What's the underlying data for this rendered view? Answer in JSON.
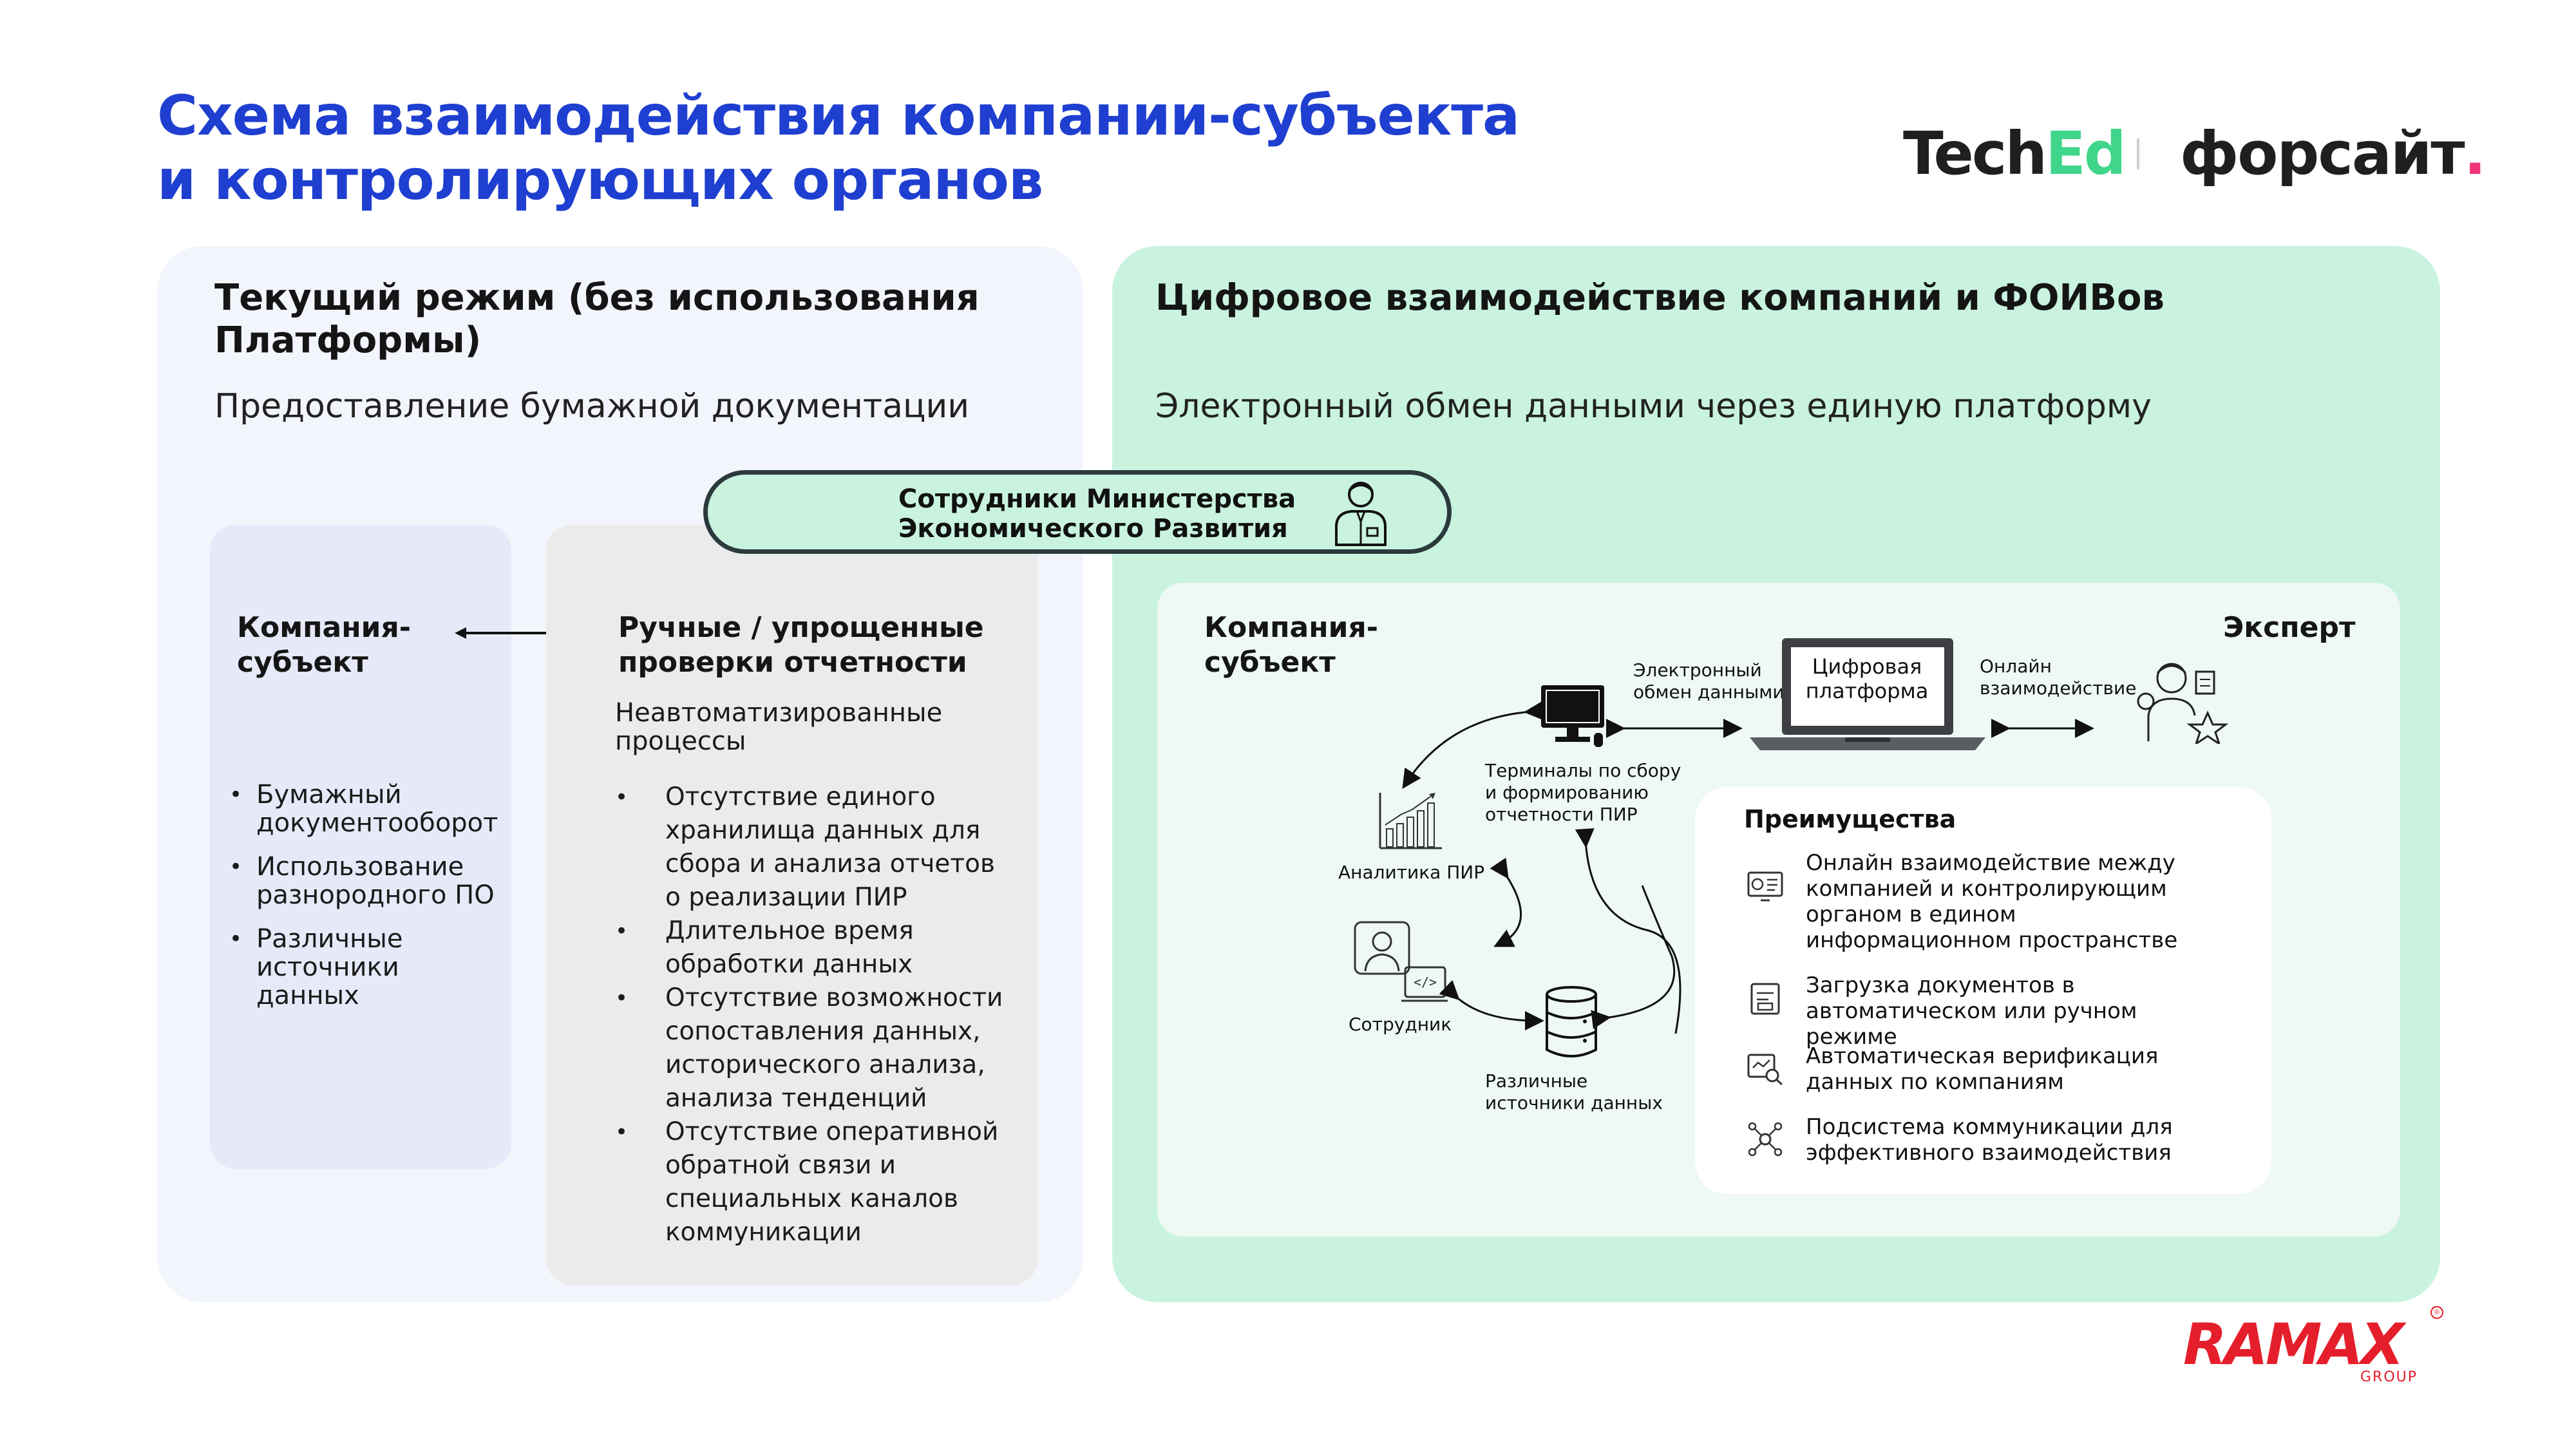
{
  "title": "Схема взаимодействия компании-субъекта\nи контролирующих органов",
  "logos": {
    "teched_a": "Tech",
    "teched_b": "Ed",
    "forsight": "форсайт",
    "forsight_dot": ".",
    "ramax": "RAMAX",
    "ramax_group": "GROUP",
    "ramax_reg": "®"
  },
  "left_panel": {
    "heading": "Текущий режим (без использования Платформы)",
    "subtitle": "Предоставление бумажной документации",
    "company": {
      "title": "Компания-\nсубъект",
      "items": [
        "Бумажный документооборот",
        "Использование разнородного ПО",
        "Различные источники данных"
      ]
    },
    "checks": {
      "title": "Ручные / упрощенные проверки отчетности",
      "subtitle": "Неавтоматизированные процессы",
      "items": [
        "Отсутствие единого хранилища данных для сбора и анализа отчетов о реализации ПИР",
        "Длительное время обработки данных",
        "Отсутствие возможности сопоставления данных, исторического анализа, анализа тенденций",
        "Отсутствие оперативной обратной связи и специальных каналов коммуникации"
      ]
    }
  },
  "ministry": {
    "label": "Сотрудники Министерства\nЭкономического Развития",
    "icon": "employee-icon"
  },
  "right_panel": {
    "heading": "Цифровое взаимодействие компаний и ФОИВов",
    "subtitle": "Электронный обмен данными через единую платформу",
    "company": "Компания-\nсубъект",
    "expert": "Эксперт",
    "exchange_label": "Электронный\nобмен данными",
    "platform_label": "Цифровая\nплатформа",
    "online_label": "Онлайн\nвзаимодействие",
    "terminals_label": "Терминалы по сбору\nи формированию\nотчетности ПИР",
    "analytics_label": "Аналитика ПИР",
    "employee_label": "Сотрудник",
    "sources_label": "Различные\nисточники данных",
    "advantages": {
      "title": "Преимущества",
      "items": [
        {
          "text": "Онлайн взаимодействие между компанией и контролирующим органом в едином информационном пространстве",
          "icon": "dashboard-icon"
        },
        {
          "text": "Загрузка документов в автоматическом или ручном режиме",
          "icon": "document-upload-icon"
        },
        {
          "text": "Автоматическая верификация данных по компаниям",
          "icon": "verification-icon"
        },
        {
          "text": "Подсистема коммуникации для эффективного взаимодействия",
          "icon": "network-icon"
        }
      ]
    }
  },
  "colors": {
    "title": "#1f3fd1",
    "accent_green": "#3fd58a",
    "ramax_red": "#e51e2b",
    "left_bg": "#f3f5fd",
    "right_bg": "#c9f3df"
  }
}
